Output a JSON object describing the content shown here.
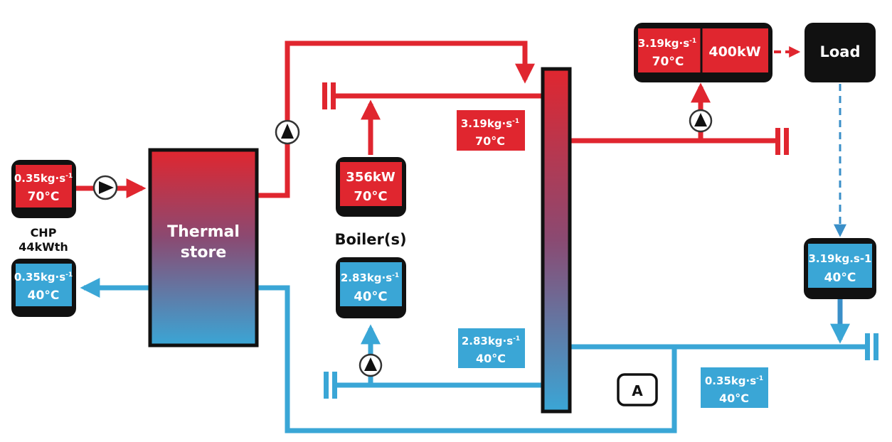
{
  "colors": {
    "hot": "#e0262f",
    "cold": "#3aa6d6",
    "outline": "#111111",
    "text_light": "#ffffff",
    "text_dark": "#111111"
  },
  "chp": {
    "hot_box": {
      "line1": "0.35kg·s",
      "sup": "-1",
      "line2": "70°C"
    },
    "cold_box": {
      "line1": "0.35kg·s",
      "sup": "-1",
      "line2": "40°C"
    },
    "name": "CHP",
    "rating": "44kWth"
  },
  "thermal_store": {
    "line1": "Thermal",
    "line2": "store"
  },
  "boiler": {
    "hot_box": {
      "line1": "356kW",
      "line2": "70°C"
    },
    "cold_box": {
      "line1": "2.83kg·s",
      "sup": "-1",
      "line2": "40°C"
    },
    "name": "Boiler(s)"
  },
  "header_hot_label": {
    "line1": "3.19kg·s",
    "sup": "-1",
    "line2": "70°C"
  },
  "header_cold_label": {
    "line1": "2.83kg·s",
    "sup": "-1",
    "line2": "40°C"
  },
  "return_label": {
    "line1": "0.35kg·s",
    "sup": "-1",
    "line2": "40°C"
  },
  "load_supply_box": {
    "flow": "3.19kg·s",
    "sup": "-1",
    "temp": "70°C",
    "power": "400kW"
  },
  "load": {
    "label": "Load"
  },
  "load_return_box": {
    "line1": "3.19kg.s-1",
    "line2": "40°C"
  },
  "point_a": {
    "label": "A"
  },
  "icons": [
    "pump-icon",
    "arrow-icon",
    "pipe-cap-icon"
  ]
}
